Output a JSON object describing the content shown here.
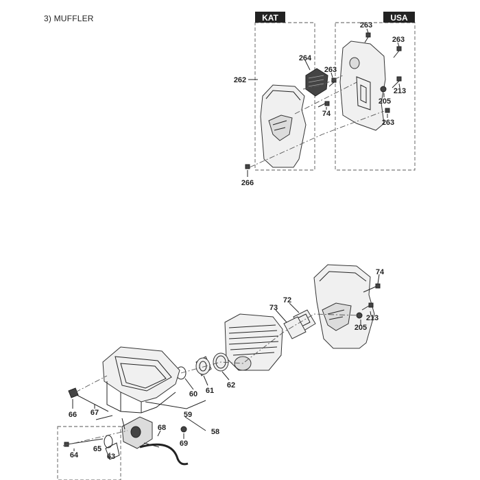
{
  "section": {
    "title": "3)  MUFFLER"
  },
  "boxes": {
    "kat": "KAT",
    "usa": "USA"
  },
  "callouts": {
    "c262": "262",
    "c263a": "263",
    "c263b": "263",
    "c263c": "263",
    "c263d": "263",
    "c264": "264",
    "c213a": "213",
    "c205a": "205",
    "c74a": "74",
    "c266": "266",
    "c74b": "74",
    "c72": "72",
    "c73": "73",
    "c213b": "213",
    "c205b": "205",
    "c60": "60",
    "c61": "61",
    "c62": "62",
    "c59": "59",
    "c58": "58",
    "c66": "66",
    "c67": "67",
    "c68": "68",
    "c69": "69",
    "c64": "64",
    "c65": "65",
    "c63": "63"
  },
  "colors": {
    "header_fill": "#222222",
    "line": "#222222"
  }
}
